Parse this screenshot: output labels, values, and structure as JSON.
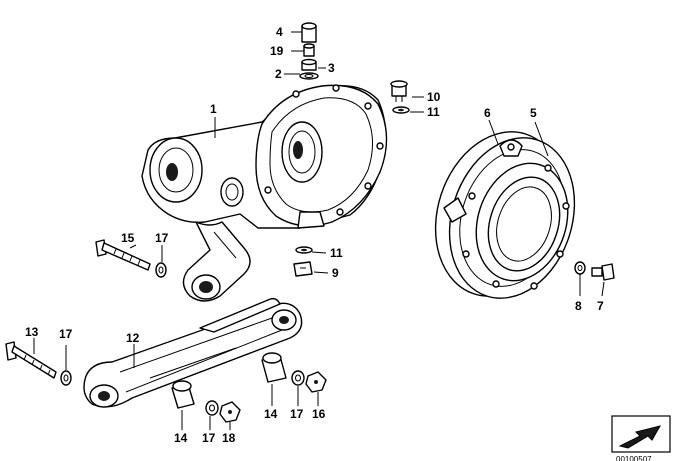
{
  "callouts": {
    "c1": "1",
    "c2": "2",
    "c3": "3",
    "c4": "4",
    "c5": "5",
    "c6": "6",
    "c7": "7",
    "c8": "8",
    "c9": "9",
    "c10": "10",
    "c11a": "11",
    "c11b": "11",
    "c12": "12",
    "c13": "13",
    "c14a": "14",
    "c14b": "14",
    "c15": "15",
    "c16": "16",
    "c17a": "17",
    "c17b": "17",
    "c17c": "17",
    "c17d": "17",
    "c18": "18",
    "c19": "19"
  },
  "footer": {
    "image_number": "00100507"
  }
}
